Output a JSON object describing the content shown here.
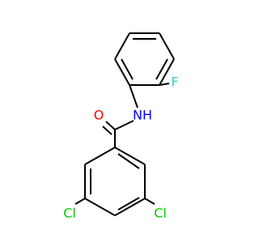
{
  "molecule": {
    "atoms": {
      "oxygen": {
        "symbol": "O",
        "color": "#ff0000"
      },
      "nitrogen": {
        "symbol": "NH",
        "color": "#0000ff"
      },
      "fluorine": {
        "symbol": "F",
        "color": "#33cccc"
      },
      "chlorine_left": {
        "symbol": "Cl",
        "color": "#00cc00"
      },
      "chlorine_right": {
        "symbol": "Cl",
        "color": "#00cc00"
      }
    }
  }
}
